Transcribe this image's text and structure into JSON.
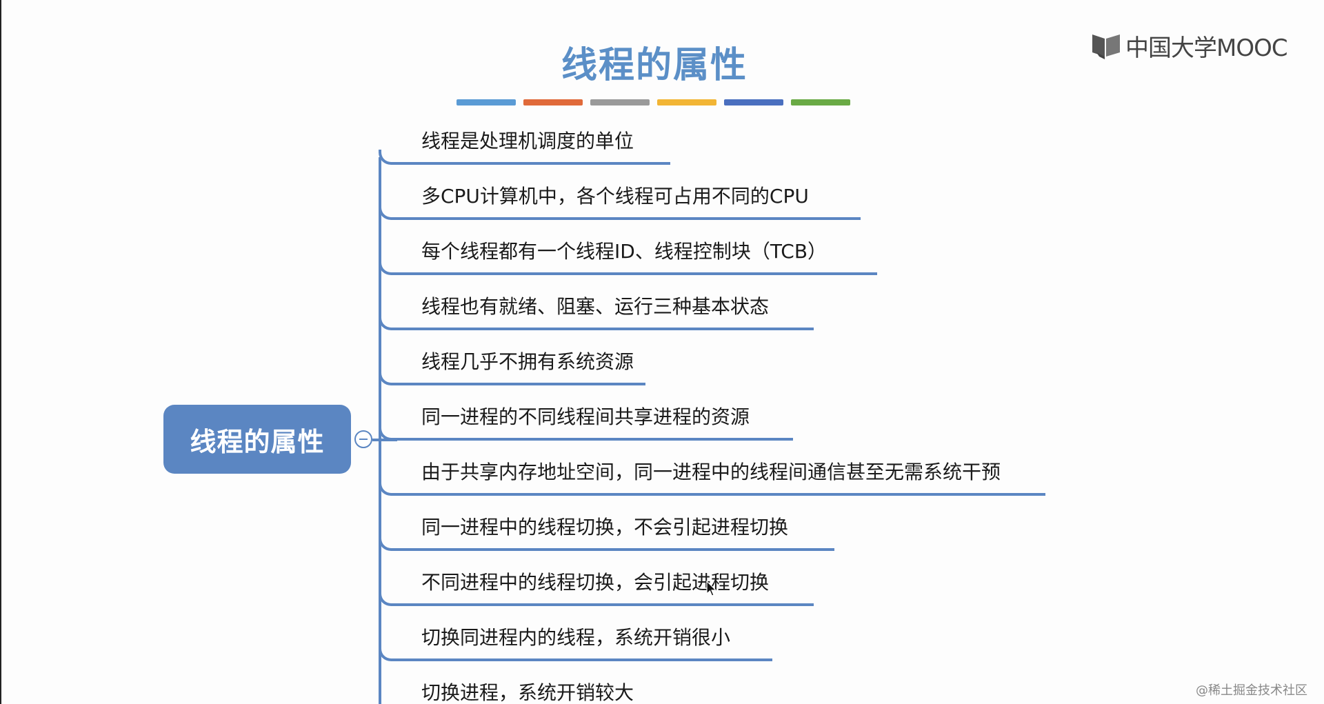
{
  "slide": {
    "title": "线程的属性",
    "logo_text": "中国大学MOOC",
    "watermark": "@稀土掘金技术社区"
  },
  "accent_colors": [
    "#5a9bd5",
    "#e06a3a",
    "#9a9a9a",
    "#f2b535",
    "#4a6fbf",
    "#6aaa45"
  ],
  "mindmap": {
    "root_label": "线程的属性",
    "branch_color": "#5b86c2",
    "items": [
      {
        "label": "线程是处理机调度的单位"
      },
      {
        "label": "多CPU计算机中，各个线程可占用不同的CPU"
      },
      {
        "label": "每个线程都有一个线程ID、线程控制块（TCB）"
      },
      {
        "label": "线程也有就绪、阻塞、运行三种基本状态"
      },
      {
        "label": "线程几乎不拥有系统资源"
      },
      {
        "label": "同一进程的不同线程间共享进程的资源"
      },
      {
        "label": "由于共享内存地址空间，同一进程中的线程间通信甚至无需系统干预"
      },
      {
        "label": "同一进程中的线程切换，不会引起进程切换"
      },
      {
        "label": "不同进程中的线程切换，会引起进程切换"
      },
      {
        "label": "切换同进程内的线程，系统开销很小"
      },
      {
        "label": "切换进程，系统开销较大"
      }
    ]
  }
}
